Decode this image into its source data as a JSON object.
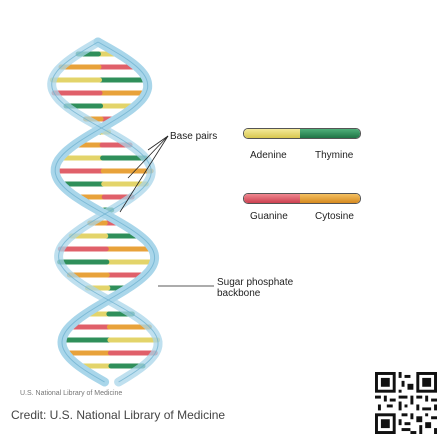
{
  "labels": {
    "base_pairs": "Base pairs",
    "adenine": "Adenine",
    "thymine": "Thymine",
    "guanine": "Guanine",
    "cytosine": "Cytosine",
    "backbone_line1": "Sugar phosphate",
    "backbone_line2": "backbone"
  },
  "source": {
    "small": "U.S. National Library of Medicine",
    "credit": "Credit: U.S. National Library of Medicine"
  },
  "colors": {
    "backbone": "#a9d6ea",
    "backbone_edge": "#6aaecd",
    "adenine": "#e3d46a",
    "thymine": "#2f8f5a",
    "guanine": "#e0606a",
    "cytosine": "#e8a23a"
  },
  "icons": {
    "qr": "qr-code-icon"
  }
}
